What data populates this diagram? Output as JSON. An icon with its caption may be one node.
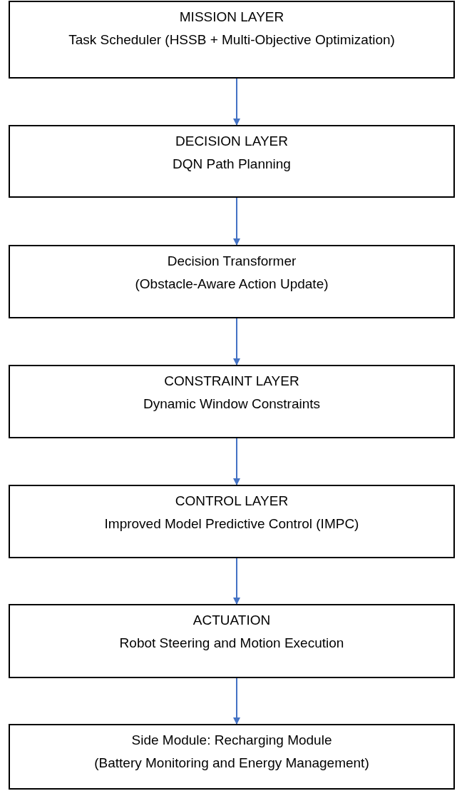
{
  "diagram": {
    "nodes": [
      {
        "text": [
          "MISSION LAYER",
          "Task Scheduler (HSSB + Multi-Objective Optimization)"
        ]
      },
      {
        "text": [
          "DECISION LAYER",
          "DQN Path Planning"
        ]
      },
      {
        "text": [
          "Decision Transformer",
          "(Obstacle-Aware Action Update)"
        ]
      },
      {
        "text": [
          "CONSTRAINT LAYER",
          "Dynamic Window Constraints"
        ]
      },
      {
        "text": [
          "CONTROL LAYER",
          "Improved Model Predictive Control (IMPC)"
        ]
      },
      {
        "text": [
          "ACTUATION",
          "Robot Steering and Motion Execution"
        ]
      },
      {
        "text": [
          "Side Module: Recharging Module",
          "(Battery Monitoring and Energy Management)"
        ]
      }
    ],
    "edges": [
      {
        "from": 0,
        "to": 1,
        "arrow": "to"
      },
      {
        "from": 1,
        "to": 2,
        "arrow": "to"
      },
      {
        "from": 2,
        "to": 3,
        "arrow": "to"
      },
      {
        "from": 3,
        "to": 4,
        "arrow": "to"
      },
      {
        "from": 4,
        "to": 5,
        "arrow": "to"
      },
      {
        "from": 5,
        "to": 6,
        "arrow": "to"
      }
    ]
  }
}
